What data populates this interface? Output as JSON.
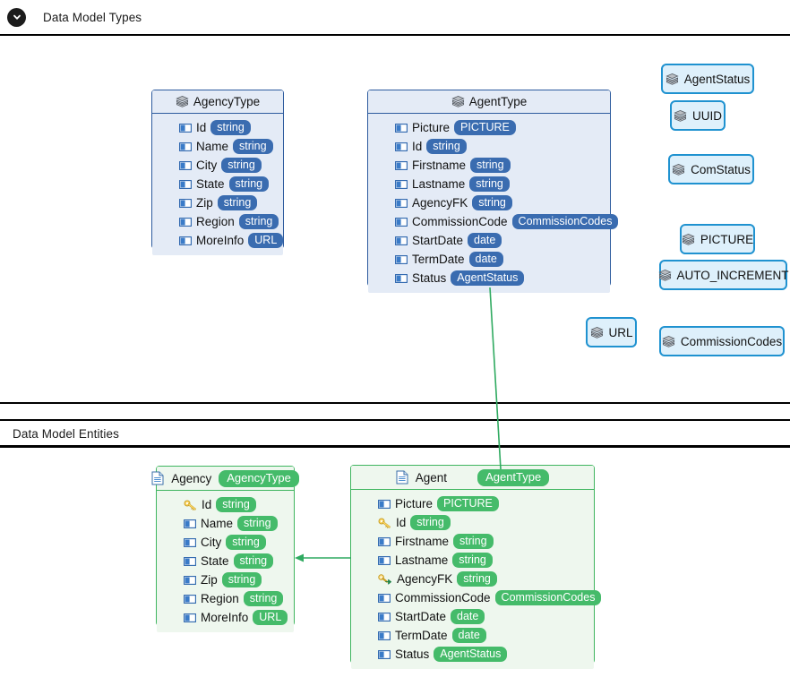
{
  "sections": [
    {
      "id": "types",
      "label": "Data Model Types",
      "collapse_icon": "chevron-down-circle-icon"
    },
    {
      "id": "entities",
      "label": "Data Model Entities"
    }
  ],
  "colors": {
    "type_border": "#2d5b9e",
    "type_fill": "#e4ebf6",
    "type_chip": "#3a6cb0",
    "entity_border": "#3fb55f",
    "entity_fill": "#eef7ee",
    "entity_chip": "#45bb6a",
    "simple_border": "#1f92d0",
    "simple_fill": "#def0fb",
    "connector": "#2faa60"
  },
  "types": [
    {
      "name": "AgencyType",
      "icon": "type-stack-icon",
      "fields": [
        {
          "name": "Id",
          "type": "string",
          "icon": "attribute-icon"
        },
        {
          "name": "Name",
          "type": "string",
          "icon": "attribute-icon"
        },
        {
          "name": "City",
          "type": "string",
          "icon": "attribute-icon"
        },
        {
          "name": "State",
          "type": "string",
          "icon": "attribute-icon"
        },
        {
          "name": "Zip",
          "type": "string",
          "icon": "attribute-icon"
        },
        {
          "name": "Region",
          "type": "string",
          "icon": "attribute-icon"
        },
        {
          "name": "MoreInfo",
          "type": "URL",
          "icon": "attribute-icon"
        }
      ]
    },
    {
      "name": "AgentType",
      "icon": "type-stack-icon",
      "fields": [
        {
          "name": "Picture",
          "type": "PICTURE",
          "icon": "attribute-icon"
        },
        {
          "name": "Id",
          "type": "string",
          "icon": "attribute-icon"
        },
        {
          "name": "Firstname",
          "type": "string",
          "icon": "attribute-icon"
        },
        {
          "name": "Lastname",
          "type": "string",
          "icon": "attribute-icon"
        },
        {
          "name": "AgencyFK",
          "type": "string",
          "icon": "attribute-icon"
        },
        {
          "name": "CommissionCode",
          "type": "CommissionCodes",
          "icon": "attribute-icon"
        },
        {
          "name": "StartDate",
          "type": "date",
          "icon": "attribute-icon"
        },
        {
          "name": "TermDate",
          "type": "date",
          "icon": "attribute-icon"
        },
        {
          "name": "Status",
          "type": "AgentStatus",
          "icon": "attribute-icon"
        }
      ]
    }
  ],
  "simple_types": [
    {
      "name": "AgentStatus",
      "icon": "type-stack-icon"
    },
    {
      "name": "UUID",
      "icon": "type-stack-icon"
    },
    {
      "name": "ComStatus",
      "icon": "type-stack-icon"
    },
    {
      "name": "PICTURE",
      "icon": "type-stack-icon"
    },
    {
      "name": "AUTO_INCREMENT",
      "icon": "type-stack-icon"
    },
    {
      "name": "URL",
      "icon": "type-stack-icon"
    },
    {
      "name": "CommissionCodes",
      "icon": "type-stack-icon"
    }
  ],
  "entities": [
    {
      "name": "Agency",
      "type": "AgencyType",
      "icon": "entity-document-icon",
      "fields": [
        {
          "name": "Id",
          "type": "string",
          "icon": "primary-key-icon"
        },
        {
          "name": "Name",
          "type": "string",
          "icon": "attribute-icon"
        },
        {
          "name": "City",
          "type": "string",
          "icon": "attribute-icon"
        },
        {
          "name": "State",
          "type": "string",
          "icon": "attribute-icon"
        },
        {
          "name": "Zip",
          "type": "string",
          "icon": "attribute-icon"
        },
        {
          "name": "Region",
          "type": "string",
          "icon": "attribute-icon"
        },
        {
          "name": "MoreInfo",
          "type": "URL",
          "icon": "attribute-icon"
        }
      ]
    },
    {
      "name": "Agent",
      "type": "AgentType",
      "icon": "entity-document-icon",
      "fields": [
        {
          "name": "Picture",
          "type": "PICTURE",
          "icon": "attribute-icon"
        },
        {
          "name": "Id",
          "type": "string",
          "icon": "primary-key-icon"
        },
        {
          "name": "Firstname",
          "type": "string",
          "icon": "attribute-icon"
        },
        {
          "name": "Lastname",
          "type": "string",
          "icon": "attribute-icon"
        },
        {
          "name": "AgencyFK",
          "type": "string",
          "icon": "foreign-key-icon"
        },
        {
          "name": "CommissionCode",
          "type": "CommissionCodes",
          "icon": "attribute-icon"
        },
        {
          "name": "StartDate",
          "type": "date",
          "icon": "attribute-icon"
        },
        {
          "name": "TermDate",
          "type": "date",
          "icon": "attribute-icon"
        },
        {
          "name": "Status",
          "type": "AgentStatus",
          "icon": "attribute-icon"
        }
      ]
    }
  ],
  "connectors": [
    {
      "from": "AgentType",
      "to": "Agent",
      "kind": "type-instance-link"
    },
    {
      "from": "Agent.AgencyFK",
      "to": "Agency",
      "kind": "foreign-key-link"
    }
  ]
}
